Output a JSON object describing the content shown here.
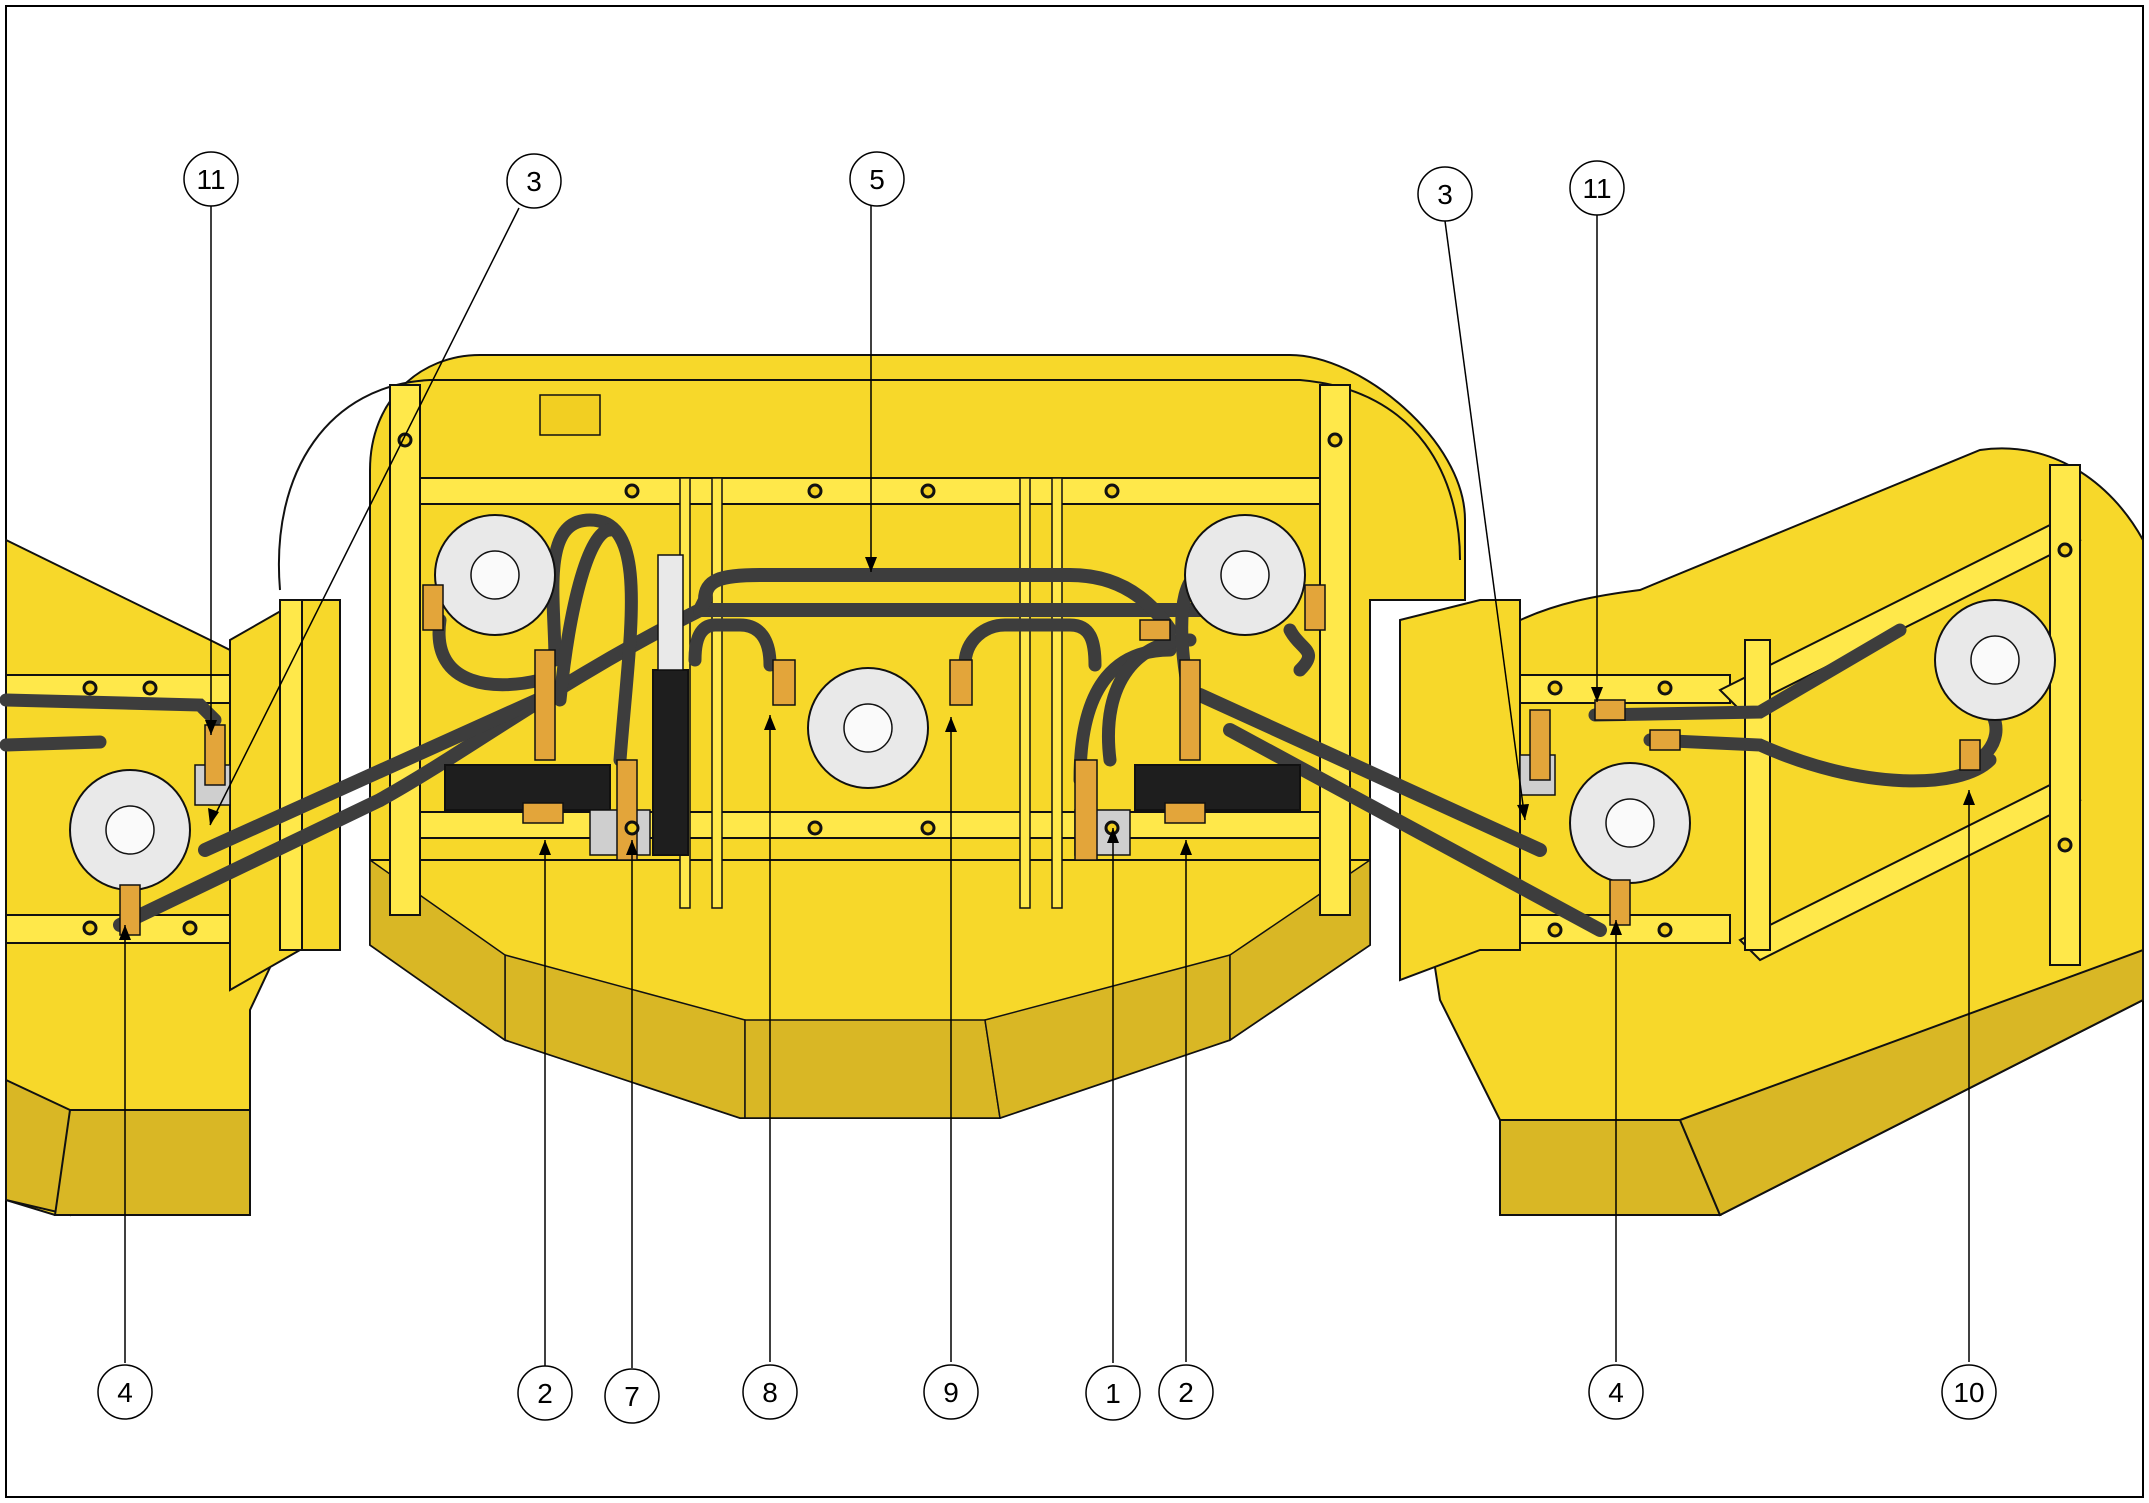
{
  "colors": {
    "frame_yellow": "#f7d82a",
    "frame_yellow_light": "#ffe84a",
    "deck_shadow": "#d9b725",
    "hose": "#3d3d3d",
    "fitting_brass": "#e3a53a",
    "motor_plate": "#e9e9e9",
    "valve_black": "#1e1e1e",
    "outline": "#111111"
  },
  "callouts": [
    {
      "id": "c11-left",
      "label": "11"
    },
    {
      "id": "c3-left",
      "label": "3"
    },
    {
      "id": "c5",
      "label": "5"
    },
    {
      "id": "c3-right",
      "label": "3"
    },
    {
      "id": "c11-right",
      "label": "11"
    },
    {
      "id": "c4-left",
      "label": "4"
    },
    {
      "id": "c2-left",
      "label": "2"
    },
    {
      "id": "c7",
      "label": "7"
    },
    {
      "id": "c8",
      "label": "8"
    },
    {
      "id": "c9",
      "label": "9"
    },
    {
      "id": "c1",
      "label": "1"
    },
    {
      "id": "c2-right",
      "label": "2"
    },
    {
      "id": "c4-right",
      "label": "4"
    },
    {
      "id": "c10",
      "label": "10"
    }
  ]
}
